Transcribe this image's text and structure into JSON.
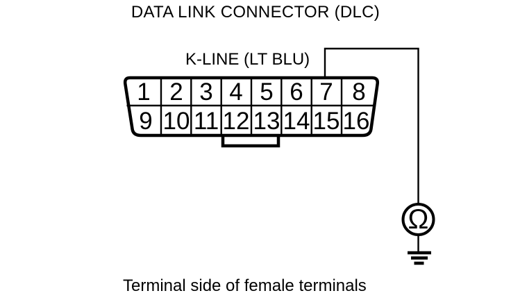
{
  "diagram": {
    "title": "DATA LINK CONNECTOR (DLC)",
    "wire_label": "K-LINE (LT BLU)",
    "caption": "Terminal side of female terminals"
  },
  "connector": {
    "pins": [
      "1",
      "2",
      "3",
      "4",
      "5",
      "6",
      "7",
      "8",
      "9",
      "10",
      "11",
      "12",
      "13",
      "14",
      "15",
      "16"
    ]
  },
  "meter": {
    "symbol": "Ω"
  },
  "colors": {
    "ink": "#000000",
    "background": "#ffffff"
  }
}
